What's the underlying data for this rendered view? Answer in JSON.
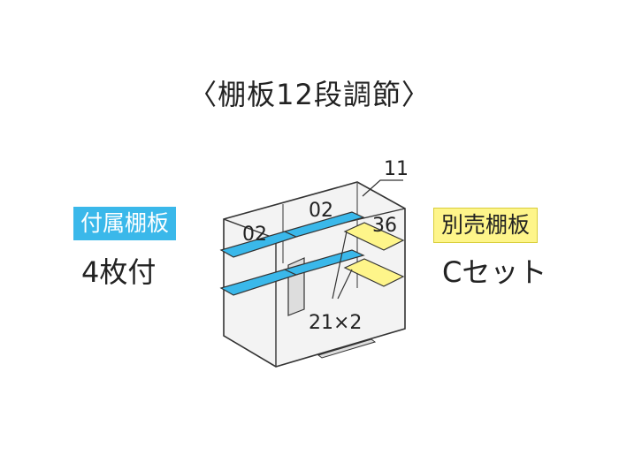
{
  "title": "〈棚板12段調節〉",
  "included": {
    "badge": "付属棚板",
    "count": "4枚付"
  },
  "optional": {
    "badge": "別売棚板",
    "set": "Cセット"
  },
  "diagram": {
    "label_left_top": "02",
    "label_mid_top": "02",
    "label_right_top": "36",
    "label_corner": "11",
    "label_center": "21×2"
  },
  "colors": {
    "included_shelf": "#3ab8ea",
    "optional_shelf": "#fef58a",
    "cabinet_fill": "#f3f3f3",
    "outline": "#333333"
  }
}
